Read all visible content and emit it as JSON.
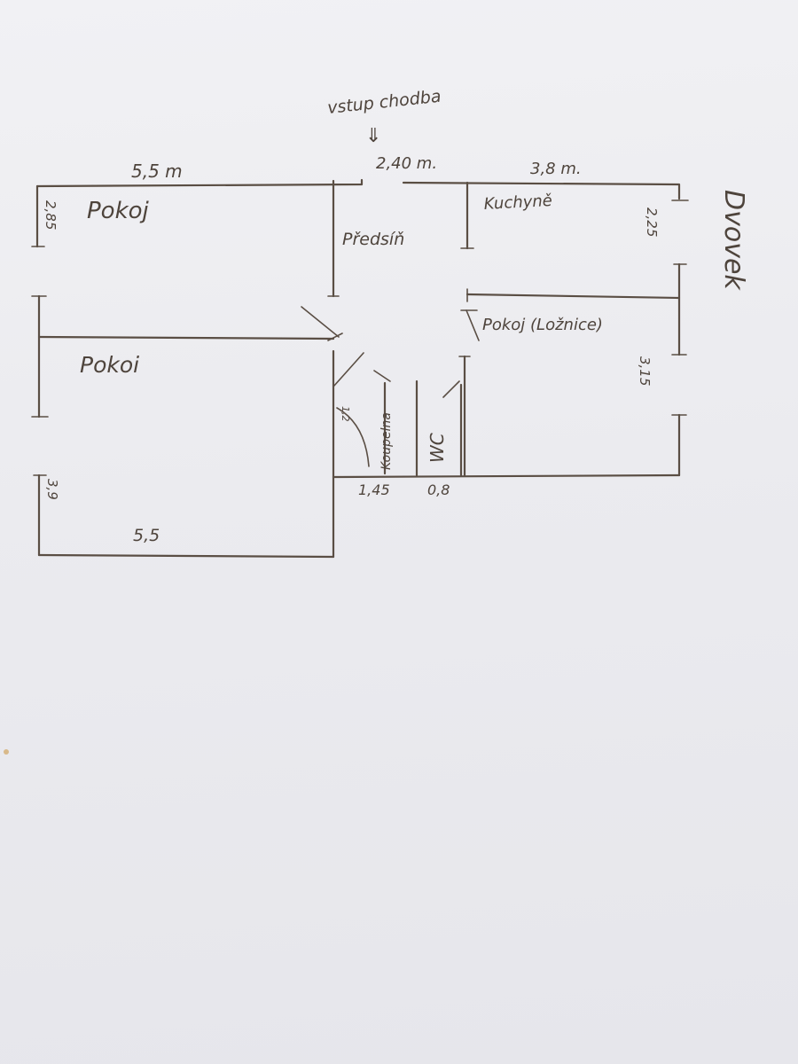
{
  "annotations": {
    "entrance": "vstup chodba",
    "arrow": "⇓"
  },
  "rooms": {
    "pokoj_top": "Pokoj",
    "pokoj_bottom": "Pokoi",
    "predsin": "Předsíň",
    "kuchyne": "Kuchyně",
    "loznice": "Pokoj (Ložnice)",
    "koupelna": "Koupelna",
    "wc": "WC"
  },
  "dimensions": {
    "top_left_width": "5,5 m",
    "entrance_width": "2,40 m.",
    "kitchen_width": "3,8 m.",
    "pokoj_top_height": "2,85",
    "pokoj_bottom_height": "3,9",
    "pokoj_bottom_width": "5,5",
    "kitchen_height": "2,25",
    "bedroom_height": "3,15",
    "bath_door": "1,2",
    "bath_width": "1,45",
    "wc_width": "0,8"
  },
  "title": "Dvovek",
  "colors": {
    "ink": "#5a4e44",
    "paper": "#ececf0"
  }
}
